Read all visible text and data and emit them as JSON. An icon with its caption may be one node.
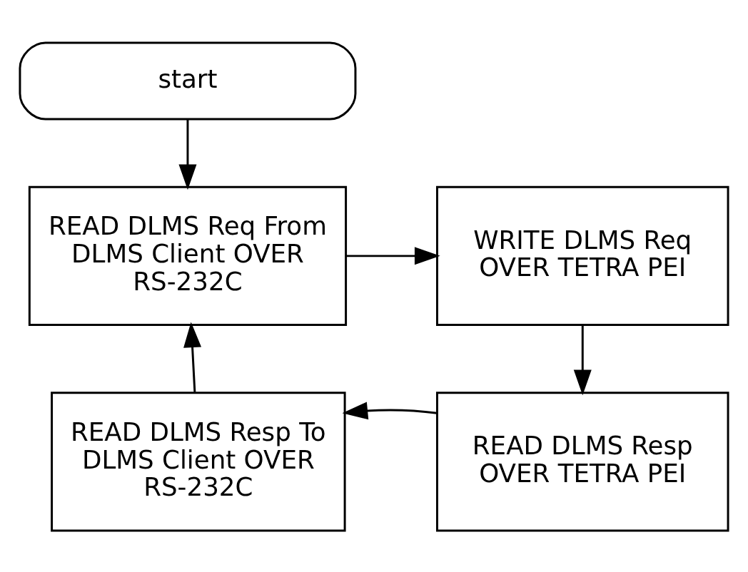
{
  "diagram": {
    "nodes": [
      {
        "text": [
          "start"
        ]
      },
      {
        "text": [
          "READ DLMS Req From DLMS Client OVER RS-232C"
        ]
      },
      {
        "text": [
          "WRITE DLMS Req OVER TETRA PEI"
        ]
      },
      {
        "text": [
          "READ DLMS Resp OVER TETRA PEI"
        ]
      },
      {
        "text": [
          "READ DLMS Resp To DLMS Client OVER RS-232C"
        ]
      }
    ],
    "edges": [
      {
        "from": 0,
        "to": 1,
        "arrow": "to"
      },
      {
        "from": 1,
        "to": 2,
        "arrow": "to"
      },
      {
        "from": 2,
        "to": 3,
        "arrow": "to"
      },
      {
        "from": 3,
        "to": 4,
        "arrow": "to"
      },
      {
        "from": 4,
        "to": 1,
        "arrow": "to"
      }
    ]
  }
}
